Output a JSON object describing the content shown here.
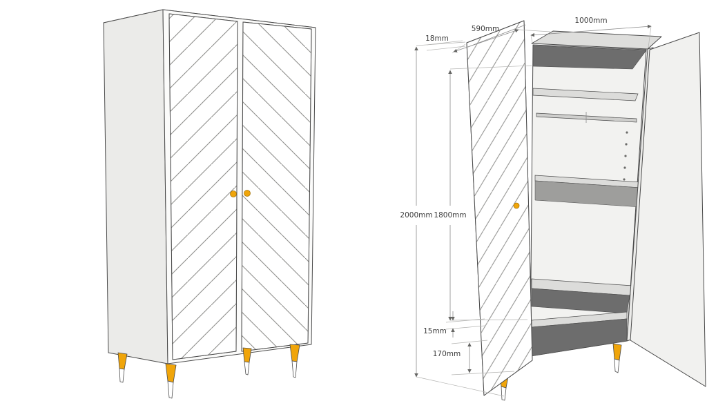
{
  "drawing": {
    "subject": "Two-door chevron wardrobe technical drawing",
    "views": {
      "closed": {
        "name": "Closed wardrobe, front-left perspective"
      },
      "open": {
        "name": "Open wardrobe with dimension annotations"
      }
    },
    "dimensions": {
      "door_thickness": "18mm",
      "depth": "590mm",
      "width": "1000mm",
      "overall_height": "2000mm",
      "interior_height": "1800mm",
      "base_thickness": "15mm",
      "leg_height": "170mm"
    },
    "colors": {
      "panel": "#ebebe9",
      "panel_edge": "#4a4a4a",
      "interior_dark": "#6d6d6d",
      "chevron_line": "#8f8f8d",
      "knob": "#f0a50a",
      "leg_top": "#f0a50a",
      "leg_foot": "#ffffff",
      "dimension_line": "#8a8a8a",
      "dimension_text": "#3b3b3b",
      "background": "#ffffff"
    }
  }
}
